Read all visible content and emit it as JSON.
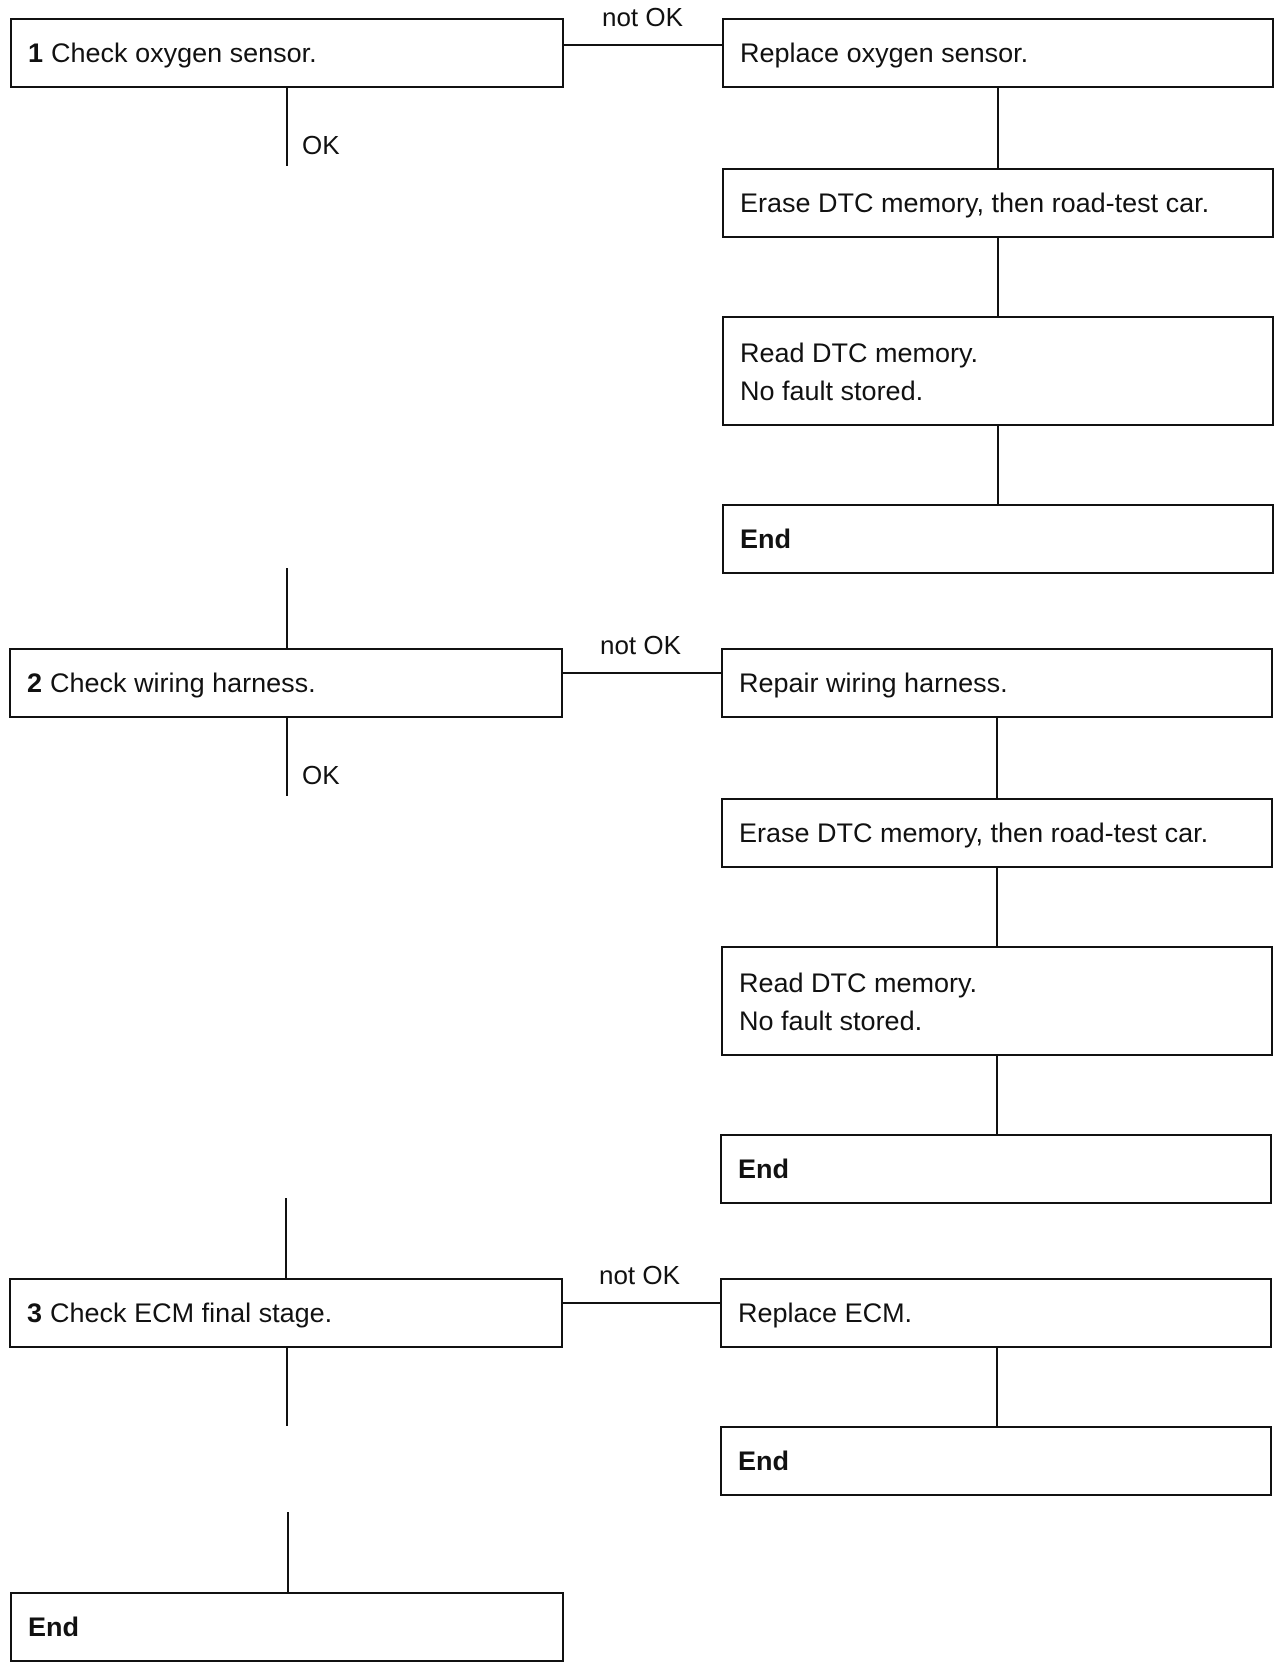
{
  "steps": [
    {
      "number": "1",
      "text": "Check oxygen sensor."
    },
    {
      "number": "2",
      "text": "Check wiring harness."
    },
    {
      "number": "3",
      "text": "Check ECM final stage."
    }
  ],
  "branches": {
    "b1": {
      "action": "Replace oxygen sensor.",
      "erase": "Erase DTC memory, then road-test car.",
      "read_line1": "Read DTC memory.",
      "read_line2": "No fault stored.",
      "end": "End"
    },
    "b2": {
      "action": "Repair wiring harness.",
      "erase": "Erase DTC memory, then road-test car.",
      "read_line1": "Read DTC memory.",
      "read_line2": "No fault stored.",
      "end": "End"
    },
    "b3": {
      "action": "Replace ECM.",
      "end": "End"
    }
  },
  "labels": {
    "not_ok": "not OK",
    "ok": "OK"
  },
  "final_end": "End"
}
